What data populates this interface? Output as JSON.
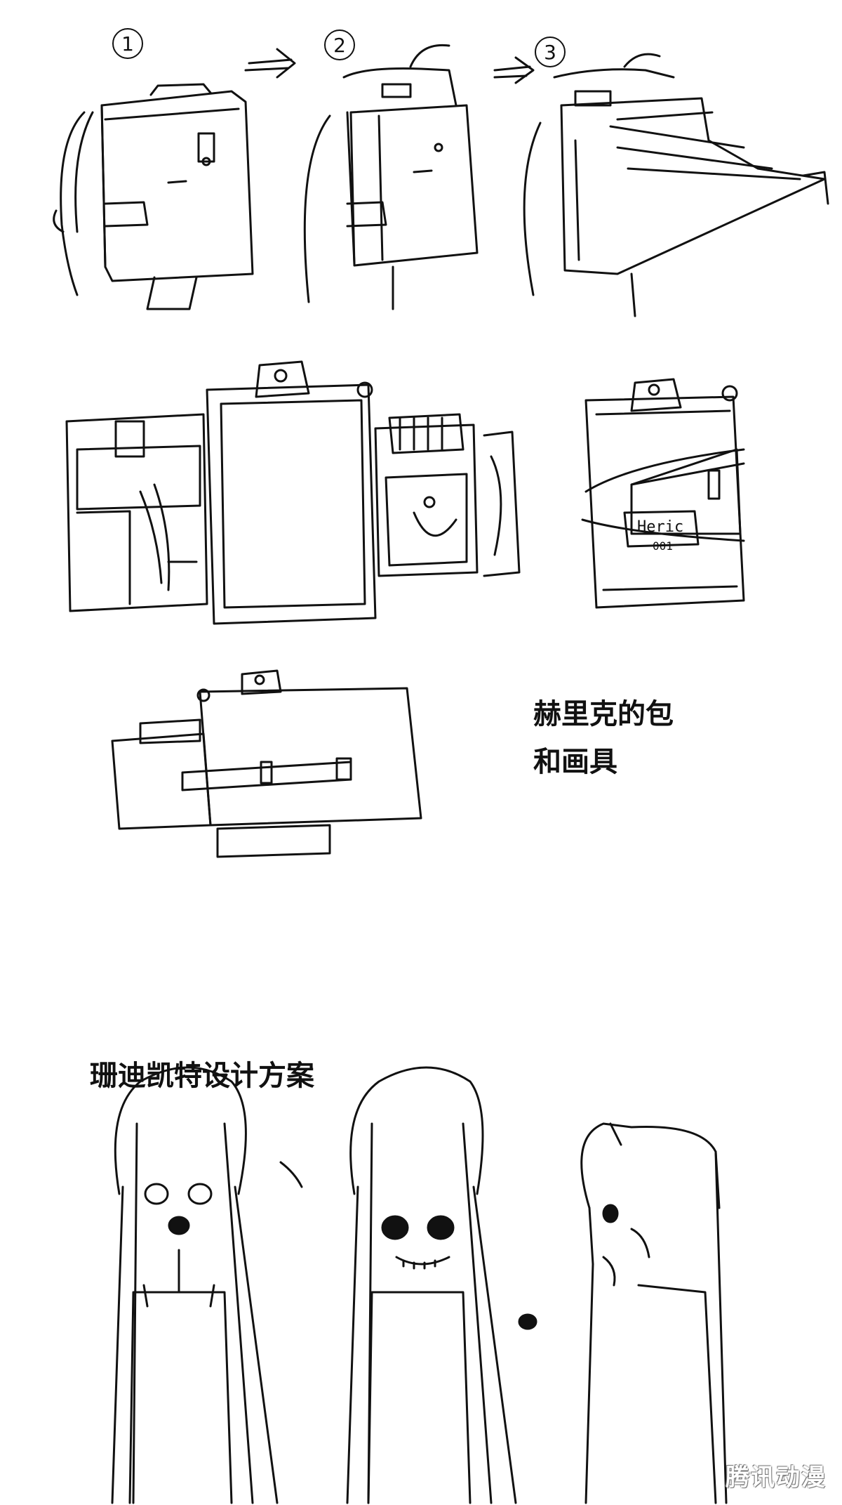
{
  "steps": {
    "step1": "1",
    "step2": "2",
    "step3": "3"
  },
  "bag_name_tag": "Heric",
  "bag_tag_number": "001",
  "heric_caption_line1": "赫里克的包",
  "heric_caption_line2": "和画具",
  "sandikate_title": "珊迪凯特设计方案",
  "watermark": "腾讯动漫",
  "icons": [
    "arrow-right-icon",
    "backpack-sketch",
    "character-sketch"
  ]
}
